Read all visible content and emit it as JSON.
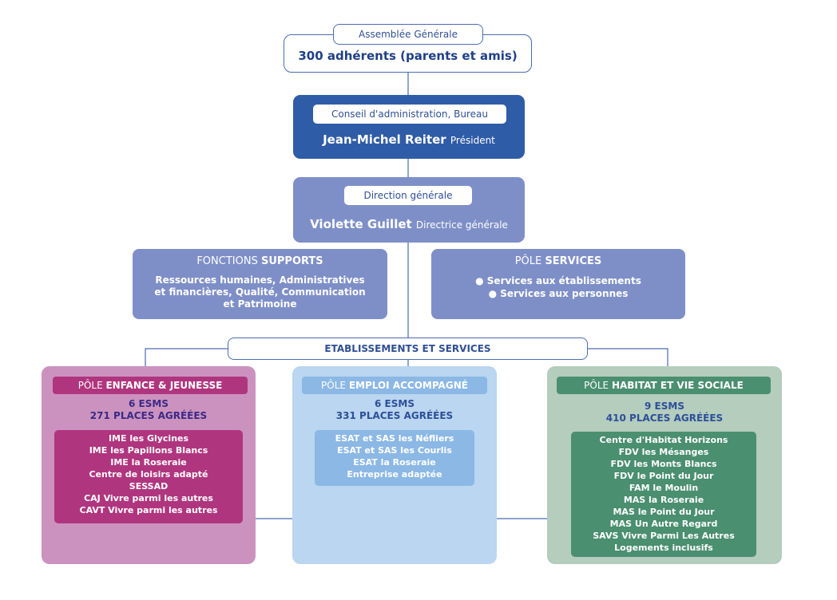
{
  "assemblee": {
    "tab": "Assemblée Générale",
    "text": "300 adhérents (parents et amis)"
  },
  "conseil": {
    "tab": "Conseil d'administration, Bureau",
    "name": "Jean-Michel Reiter",
    "role": "Président"
  },
  "direction": {
    "tab": "Direction générale",
    "name": "Violette Guillet",
    "role": "Directrice générale"
  },
  "supports": {
    "title_prefix": "FONCTIONS",
    "title_bold": "SUPPORTS",
    "lines": [
      "Ressources humaines, Administratives",
      "et financières, Qualité, Communication",
      "et Patrimoine"
    ]
  },
  "services": {
    "title_prefix": "PÔLE",
    "title_bold": "SERVICES",
    "items": [
      "● Services aux établissements",
      "● Services aux personnes"
    ]
  },
  "etablissements": {
    "label": "ETABLISSEMENTS ET SERVICES"
  },
  "poles": [
    {
      "prefix": "PÔLE",
      "title": "ENFANCE & JEUNESSE",
      "esms": "6 ESMS",
      "places": "271 PLACES AGRÉÉES",
      "items": [
        "IME les Glycines",
        "IME les Papillons Blancs",
        "IME la Roseraie",
        "Centre de loisirs adapté",
        "SESSAD",
        "CAJ Vivre parmi les autres",
        "CAVT Vivre parmi les autres"
      ]
    },
    {
      "prefix": "PÔLE",
      "title": "EMPLOI ACCOMPAGNÉ",
      "esms": "6 ESMS",
      "places": "331 PLACES AGRÉÉES",
      "items": [
        "ESAT et SAS les Néfliers",
        "ESAT et SAS les Courlis",
        "ESAT la Roseraie",
        "Entreprise adaptée"
      ]
    },
    {
      "prefix": "PÔLE",
      "title": "HABITAT ET VIE SOCIALE",
      "esms": "9 ESMS",
      "places": "410 PLACES AGRÉÉES",
      "items": [
        "Centre d'Habitat Horizons",
        "FDV les Mésanges",
        "FDV les Monts Blancs",
        "FDV le Point du Jour",
        "FAM le Moulin",
        "MAS la Roseraie",
        "MAS le Point du Jour",
        "MAS Un Autre Regard",
        "SAVS Vivre Parmi Les Autres",
        "Logements inclusifs"
      ]
    }
  ],
  "colors": {
    "line": "#4a6cb0",
    "conseil": "#2f5ca6",
    "direction": "#7e8fc8",
    "enfance": "#b0357f",
    "emploi": "#8bb8e5",
    "habitat": "#4a8f6f"
  }
}
